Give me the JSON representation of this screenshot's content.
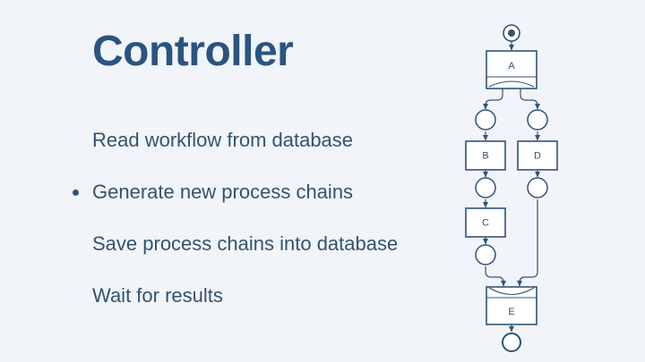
{
  "slide": {
    "background_color": "#f1f4f8",
    "title": "Controller",
    "title_color": "#2a5480",
    "text_color": "#33536f"
  },
  "bullets": [
    {
      "label": "Read workflow from database",
      "marked": false
    },
    {
      "label": "Generate new process chains",
      "marked": true
    },
    {
      "label": "Save process chains into database",
      "marked": false
    },
    {
      "label": "Wait for results",
      "marked": false
    }
  ],
  "diagram": {
    "type": "petri-net-workflow",
    "stroke_color": "#2f5377",
    "fill_color": "#ffffff",
    "nodes": [
      {
        "id": "start",
        "kind": "start-place",
        "label": ""
      },
      {
        "id": "A",
        "kind": "transition-split",
        "label": "A"
      },
      {
        "id": "p1",
        "kind": "place",
        "label": ""
      },
      {
        "id": "p2",
        "kind": "place",
        "label": ""
      },
      {
        "id": "B",
        "kind": "transition",
        "label": "B"
      },
      {
        "id": "D",
        "kind": "transition",
        "label": "D"
      },
      {
        "id": "p3",
        "kind": "place",
        "label": ""
      },
      {
        "id": "p4",
        "kind": "place",
        "label": ""
      },
      {
        "id": "C",
        "kind": "transition",
        "label": "C"
      },
      {
        "id": "p5",
        "kind": "place",
        "label": ""
      },
      {
        "id": "E",
        "kind": "transition-join",
        "label": "E"
      },
      {
        "id": "end",
        "kind": "end-place",
        "label": ""
      }
    ],
    "edges": [
      {
        "from": "start",
        "to": "A"
      },
      {
        "from": "A",
        "to": "p1"
      },
      {
        "from": "A",
        "to": "p2"
      },
      {
        "from": "p1",
        "to": "B"
      },
      {
        "from": "p2",
        "to": "D"
      },
      {
        "from": "B",
        "to": "p3"
      },
      {
        "from": "D",
        "to": "p4"
      },
      {
        "from": "p3",
        "to": "C"
      },
      {
        "from": "C",
        "to": "p5"
      },
      {
        "from": "p5",
        "to": "E"
      },
      {
        "from": "p4",
        "to": "E"
      },
      {
        "from": "E",
        "to": "end"
      }
    ]
  }
}
